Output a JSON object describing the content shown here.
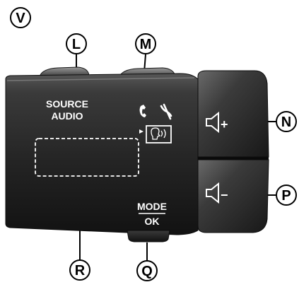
{
  "callouts": {
    "v": "V",
    "l": "L",
    "m": "M",
    "n": "N",
    "p": "P",
    "r": "R",
    "q": "Q"
  },
  "stalk": {
    "source_line1": "SOURCE",
    "source_line2": "AUDIO",
    "mode_label": "MODE",
    "ok_label": "OK"
  },
  "volume": {
    "up_sign": "+",
    "down_sign": "−"
  },
  "colors": {
    "stalk_dark": "#141414",
    "stalk_mid": "#2c2c2c",
    "stalk_light": "#5a5a5a",
    "text": "#ffffff"
  }
}
